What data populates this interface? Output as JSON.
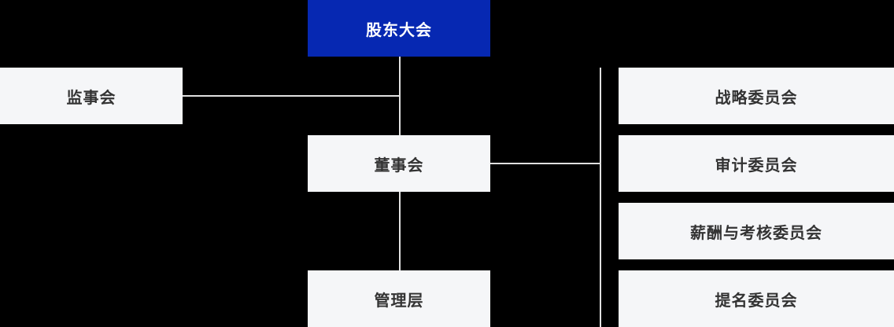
{
  "org_chart": {
    "root": {
      "label": "股东大会"
    },
    "supervisory": {
      "label": "监事会"
    },
    "board": {
      "label": "董事会"
    },
    "management": {
      "label": "管理层"
    },
    "committees": [
      {
        "label": "战略委员会"
      },
      {
        "label": "审计委员会"
      },
      {
        "label": "薪酬与考核委员会"
      },
      {
        "label": "提名委员会"
      }
    ],
    "colors": {
      "background": "#000000",
      "primary_node_bg": "#0628b2",
      "primary_node_text": "#ffffff",
      "node_bg": "#f5f6f8",
      "node_text": "#333333",
      "connector": "#e0e0e0"
    }
  }
}
